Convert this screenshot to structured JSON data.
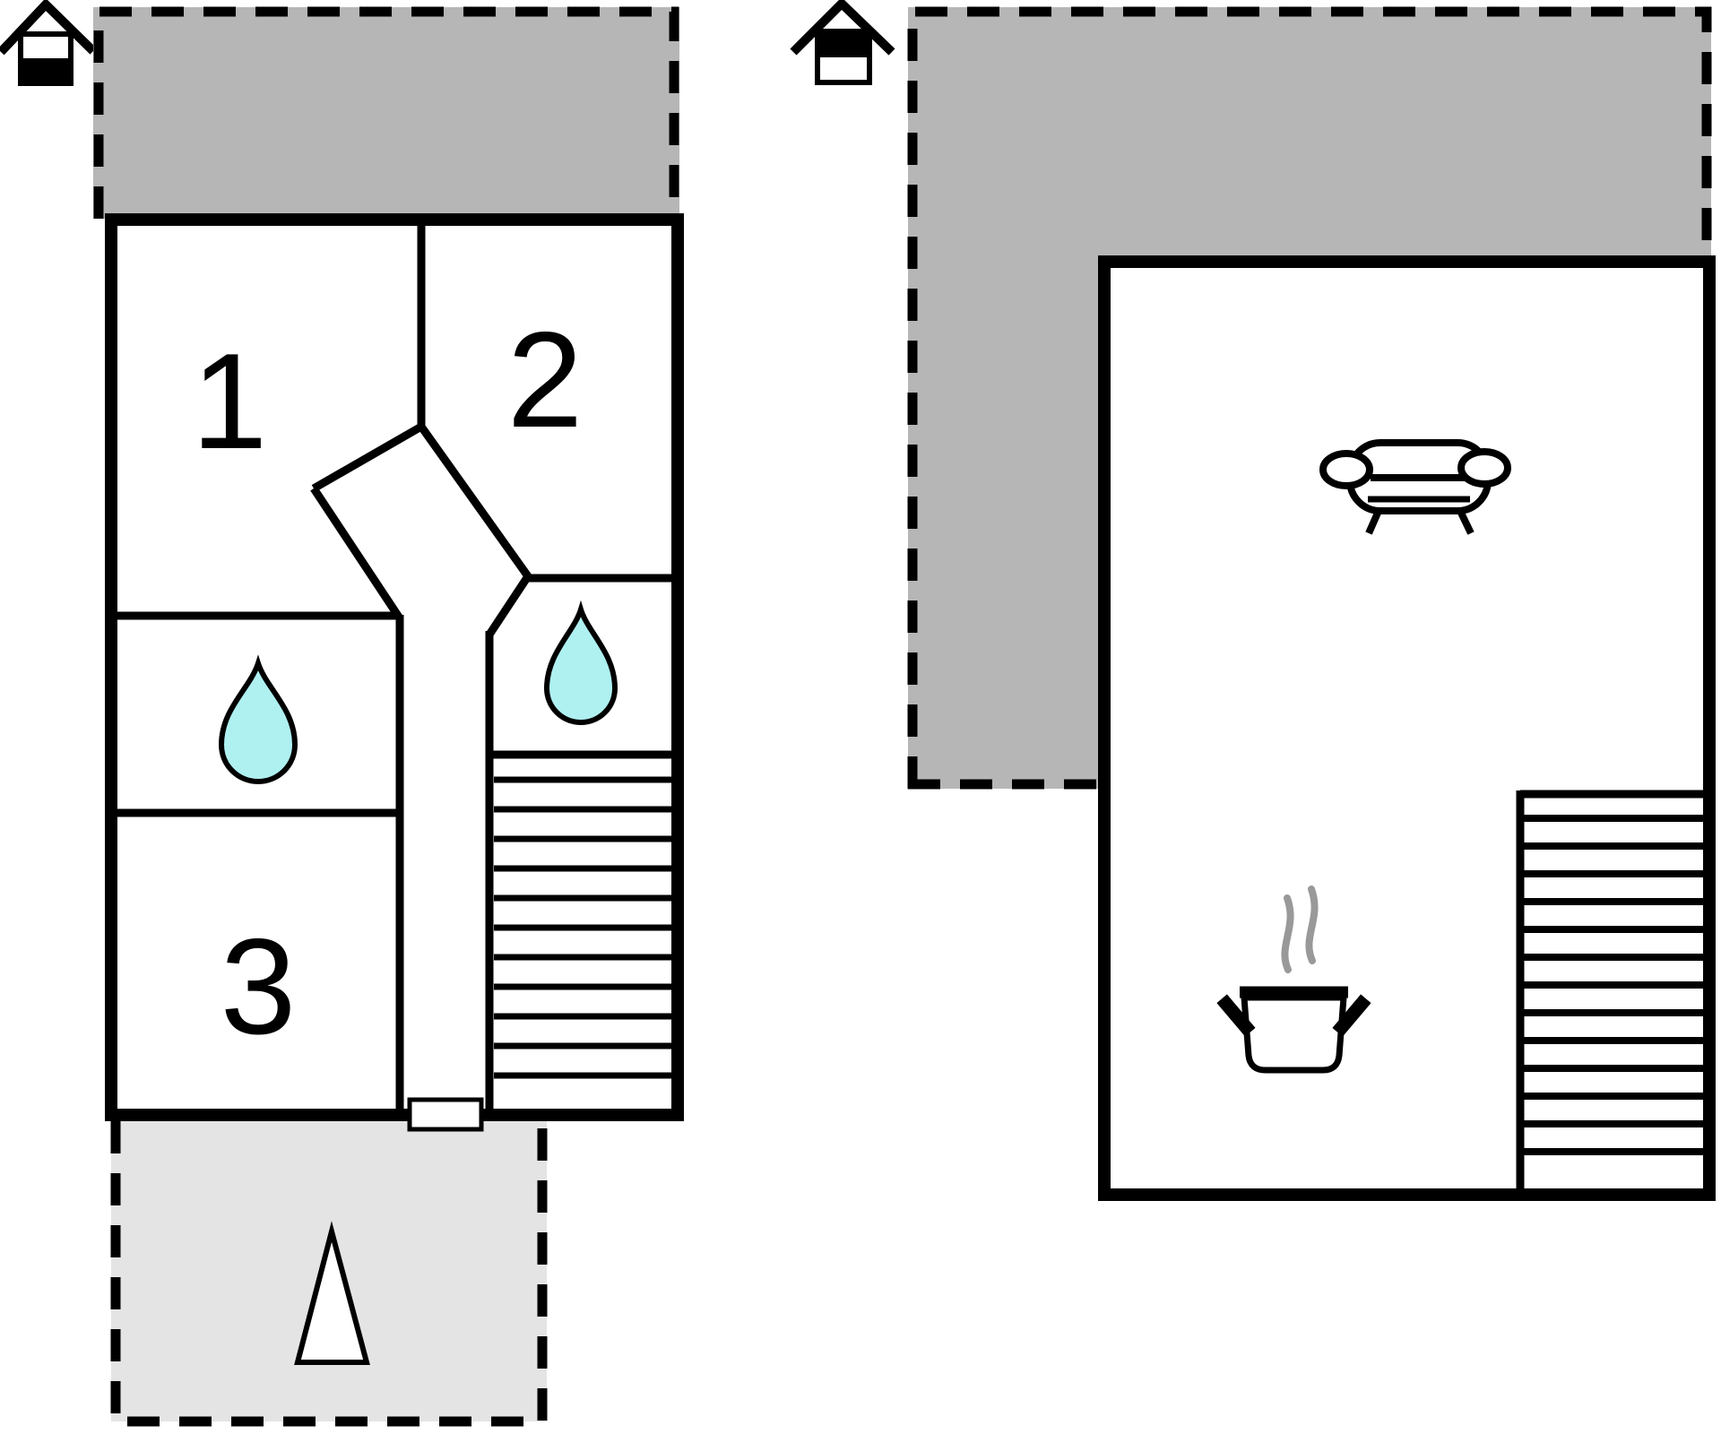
{
  "colors": {
    "terrace_gray": "#b6b6b6",
    "porch_gray": "#e4e4e4",
    "water_cyan": "#aff0f1",
    "steam_gray": "#999999",
    "ink": "#000000",
    "paper": "#ffffff"
  },
  "ground_floor": {
    "room_labels": {
      "room1": "1",
      "room2": "2",
      "room3": "3"
    },
    "icon": "house-ground-floor-icon"
  },
  "upper_floor": {
    "icon": "house-upper-floor-icon"
  },
  "icons": {
    "floor_indicator_left": "house-ground-floor-icon",
    "floor_indicator_right": "house-upper-floor-icon",
    "bathroom_indicator": "water-drop-icon",
    "living_room_indicator": "sofa-icon",
    "kitchen_indicator": "cooking-pot-icon",
    "entrance_indicator": "arrow-triangle-icon"
  }
}
